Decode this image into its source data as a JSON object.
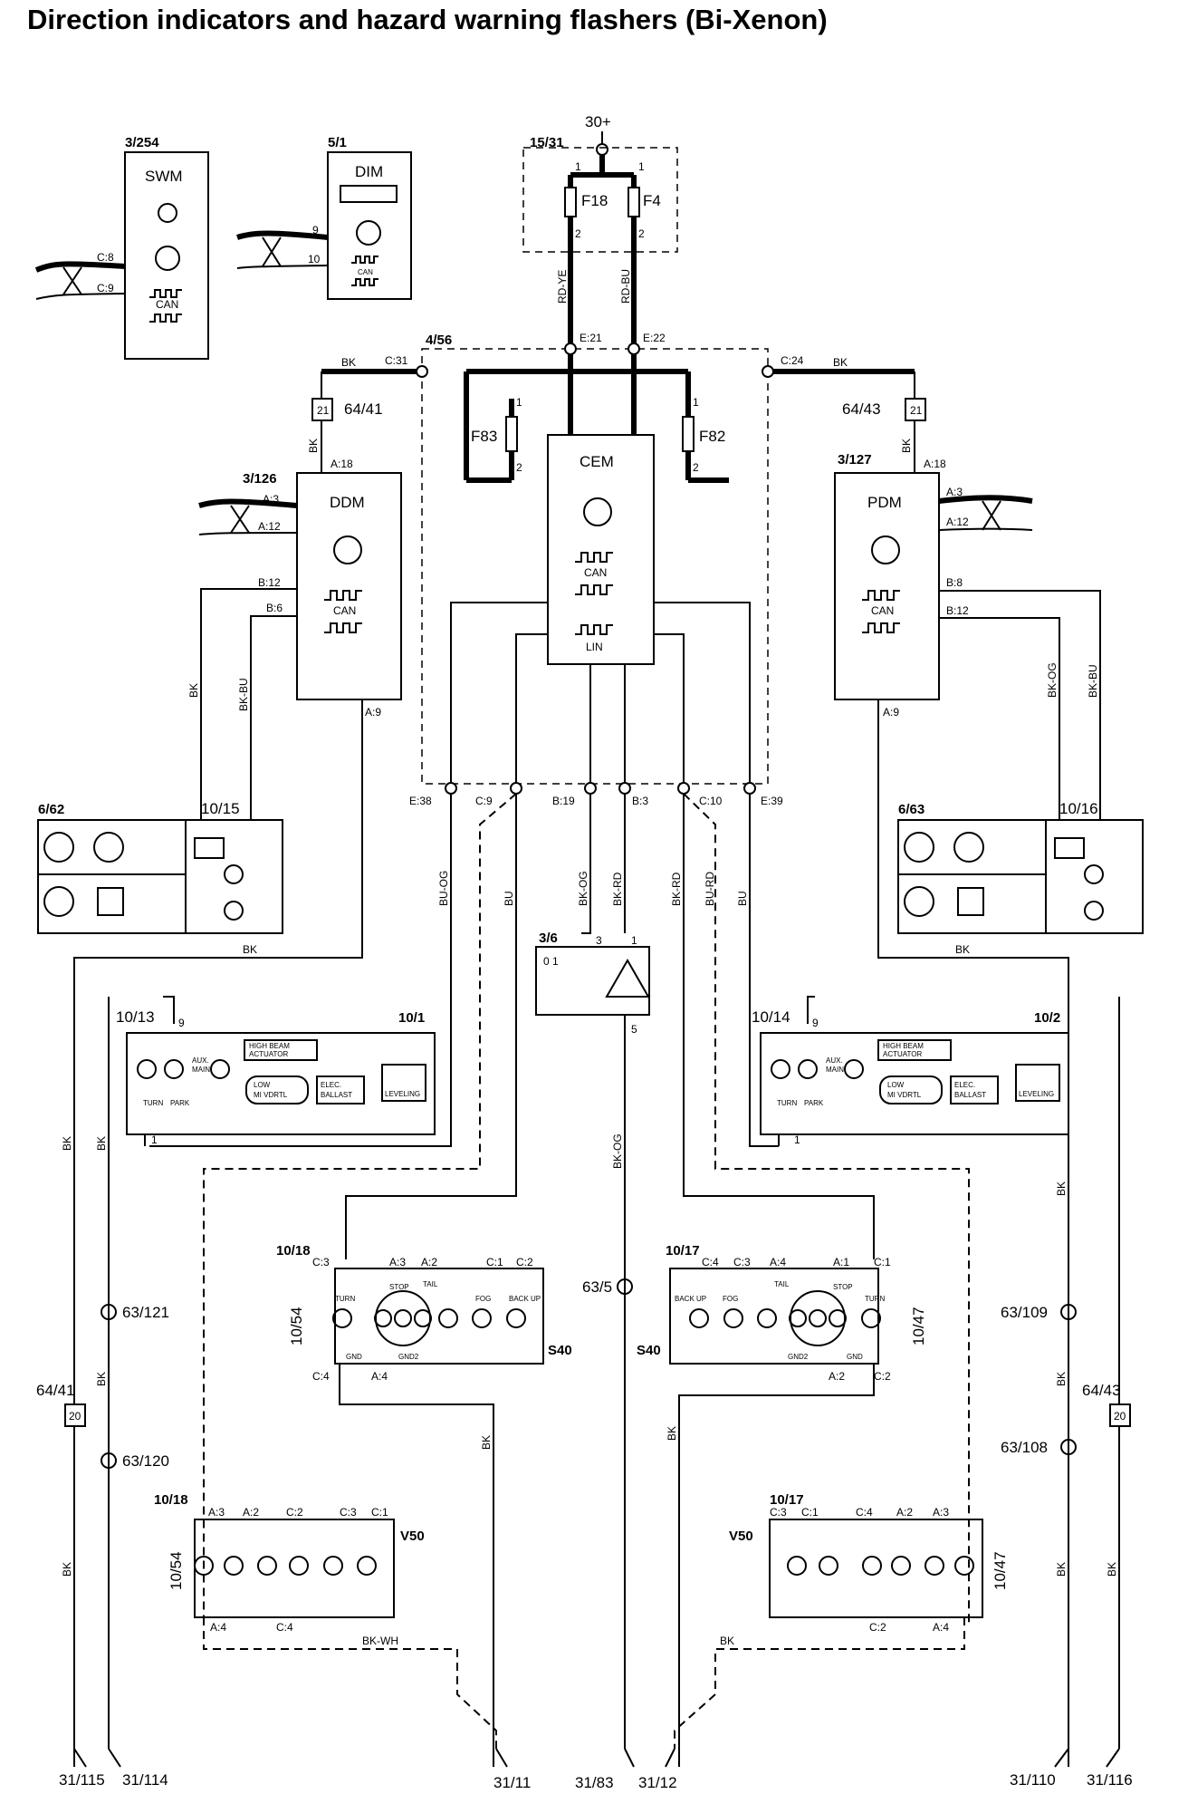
{
  "title": "Direction indicators and hazard warning flashers (Bi-Xenon)",
  "supply": "30+",
  "modules": {
    "swm": {
      "id": "3/254",
      "name": "SWM",
      "pins": [
        "C:8",
        "C:9"
      ],
      "can": "CAN"
    },
    "dim": {
      "id": "5/1",
      "name": "DIM",
      "pins": [
        "9",
        "10"
      ],
      "can": "CAN"
    },
    "fusebox": {
      "id": "15/31",
      "f18": "F18",
      "f4": "F4",
      "pin1": "1",
      "pin2": "2"
    },
    "cem": {
      "id": "4/56",
      "name": "CEM",
      "can": "CAN",
      "lin": "LIN",
      "f83": "F83",
      "f82": "F82"
    },
    "ddm": {
      "id": "3/126",
      "name": "DDM",
      "pins": [
        "A:3",
        "A:12",
        "B:12",
        "B:6",
        "A:18",
        "A:9"
      ],
      "can": "CAN"
    },
    "pdm": {
      "id": "3/127",
      "name": "PDM",
      "pins": [
        "A:3",
        "A:12",
        "B:8",
        "B:12",
        "A:18",
        "A:9"
      ],
      "can": "CAN"
    },
    "mirror_left": {
      "id": "6/62",
      "sub": "10/15"
    },
    "mirror_right": {
      "id": "6/63",
      "sub": "10/16"
    },
    "hazard_switch": {
      "id": "3/6",
      "pins": [
        "3",
        "1",
        "5"
      ],
      "pos": "0 1"
    },
    "headlamp_left": {
      "id": "10/1",
      "sub": "10/13",
      "pin_top": "9",
      "pin_bottom": "1"
    },
    "headlamp_right": {
      "id": "10/2",
      "sub": "10/14",
      "pin_top": "9",
      "pin_bottom": "1"
    },
    "rear_s40_left": {
      "id": "10/18",
      "side": "10/54",
      "model": "S40",
      "top_pins": [
        "C:3",
        "A:3",
        "A:2",
        "C:1",
        "C:2"
      ],
      "bottom_pins": [
        "C:4",
        "A:4"
      ],
      "labels": [
        "TURN",
        "STOP",
        "TAIL",
        "FOG",
        "BACK UP",
        "GND",
        "GND2"
      ]
    },
    "rear_s40_right": {
      "id": "10/17",
      "side": "10/47",
      "model": "S40",
      "top_pins": [
        "C:4",
        "C:3",
        "A:4",
        "A:1",
        "C:1"
      ],
      "bottom_pins": [
        "A:2",
        "C:2"
      ],
      "labels": [
        "BACK UP",
        "FOG",
        "TAIL",
        "STOP",
        "TURN",
        "GND2",
        "GND"
      ]
    },
    "rear_v50_left": {
      "id": "10/18",
      "side": "10/54",
      "model": "V50",
      "top_pins": [
        "A:3",
        "A:2",
        "C:2",
        "C:3",
        "C:1"
      ],
      "bottom_pins": [
        "A:4",
        "C:4"
      ]
    },
    "rear_v50_right": {
      "id": "10/17",
      "side": "10/47",
      "model": "V50",
      "top_pins": [
        "C:3",
        "C:1",
        "C:4",
        "A:2",
        "A:3"
      ],
      "bottom_pins": [
        "C:2",
        "A:4"
      ]
    }
  },
  "headlamp_labels": {
    "high_beam": "HIGH BEAM",
    "actuator": "ACTUATOR",
    "aux": "AUX.",
    "main": "MAIN",
    "low": "LOW",
    "mi_vdrtl": "MI VDRTL",
    "elec": "ELEC.",
    "ballast": "BALLAST",
    "leveling": "LEVELING",
    "turn": "TURN",
    "park": "PARK"
  },
  "cem_pins": [
    "C:31",
    "C:24",
    "E:21",
    "E:22",
    "E:38",
    "C:9",
    "B:19",
    "B:3",
    "C:10",
    "E:39"
  ],
  "wire_colors": {
    "bk": "BK",
    "rd_ye": "RD-YE",
    "rd_bu": "RD-BU",
    "bk_bu": "BK-BU",
    "bk_og": "BK-OG",
    "bu_og": "BU-OG",
    "bu": "BU",
    "bk_rd": "BK-RD",
    "bu_rd": "BU-RD",
    "bk_wh": "BK-WH"
  },
  "connectors": {
    "c6441": "64/41",
    "c6443": "64/43",
    "n21": "21",
    "n20": "20",
    "c63121": "63/121",
    "c63120": "63/120",
    "c635": "63/5",
    "c63109": "63/109",
    "c63108": "63/108"
  },
  "grounds": [
    "31/115",
    "31/114",
    "31/11",
    "31/83",
    "31/12",
    "31/110",
    "31/116"
  ]
}
